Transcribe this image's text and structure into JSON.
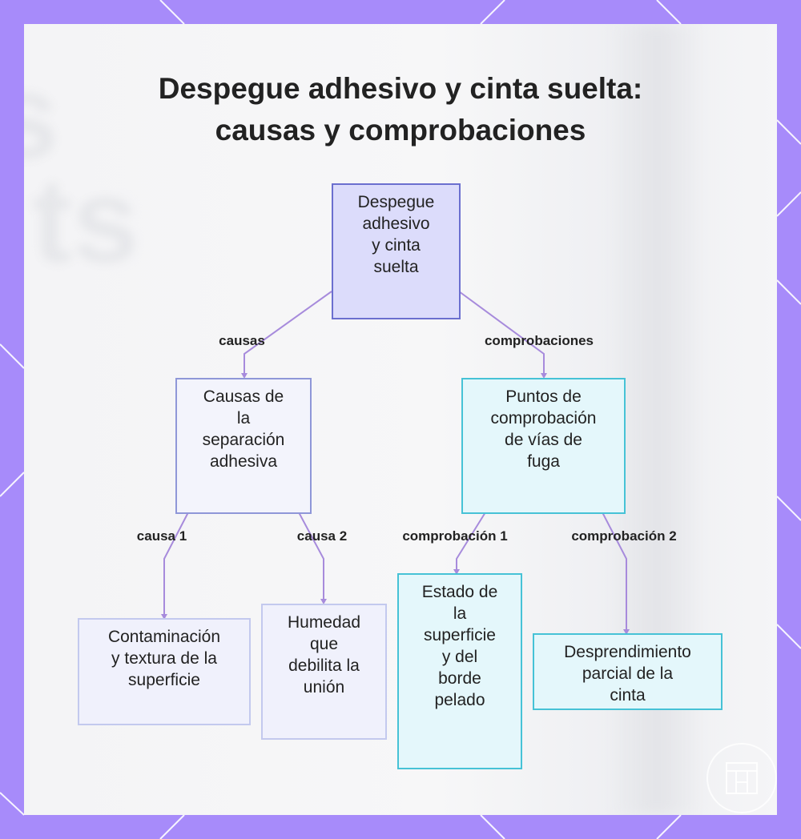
{
  "title": {
    "line1": "Despegue adhesivo y cinta suelta:",
    "line2": "causas y comprobaciones"
  },
  "colors": {
    "frame": "#a78bfa",
    "edge": "#a78bdc",
    "root_border": "#6b6fcf",
    "root_fill": "#dcdcfb",
    "cause_border": "#8f97d8",
    "cause_fill": "#f3f4fc",
    "cause_leaf_border": "#c3c9ee",
    "cause_leaf_fill": "#f0f1fc",
    "check_border": "#46c2d6",
    "check_fill": "#e4f7fb"
  },
  "nodes": {
    "root": {
      "lines": [
        "Despegue",
        "adhesivo",
        "y cinta",
        "suelta"
      ]
    },
    "causes": {
      "lines": [
        "Causas de",
        "la",
        "separación",
        "adhesiva"
      ]
    },
    "checks": {
      "lines": [
        "Puntos de",
        "comprobación",
        "de vías de",
        "fuga"
      ]
    },
    "cause1": {
      "lines": [
        "Contaminación",
        "y textura de la",
        "superficie"
      ]
    },
    "cause2": {
      "lines": [
        "Humedad",
        "que",
        "debilita la",
        "unión"
      ]
    },
    "check1": {
      "lines": [
        "Estado de",
        "la",
        "superficie",
        "y del",
        "borde",
        "pelado"
      ]
    },
    "check2": {
      "lines": [
        "Desprendimiento",
        "parcial de la",
        "cinta"
      ]
    }
  },
  "edge_labels": {
    "causes": "causas",
    "checks": "comprobaciones",
    "cause1": "causa 1",
    "cause2": "causa 2",
    "check1": "comprobación 1",
    "check2": "comprobación 2"
  }
}
